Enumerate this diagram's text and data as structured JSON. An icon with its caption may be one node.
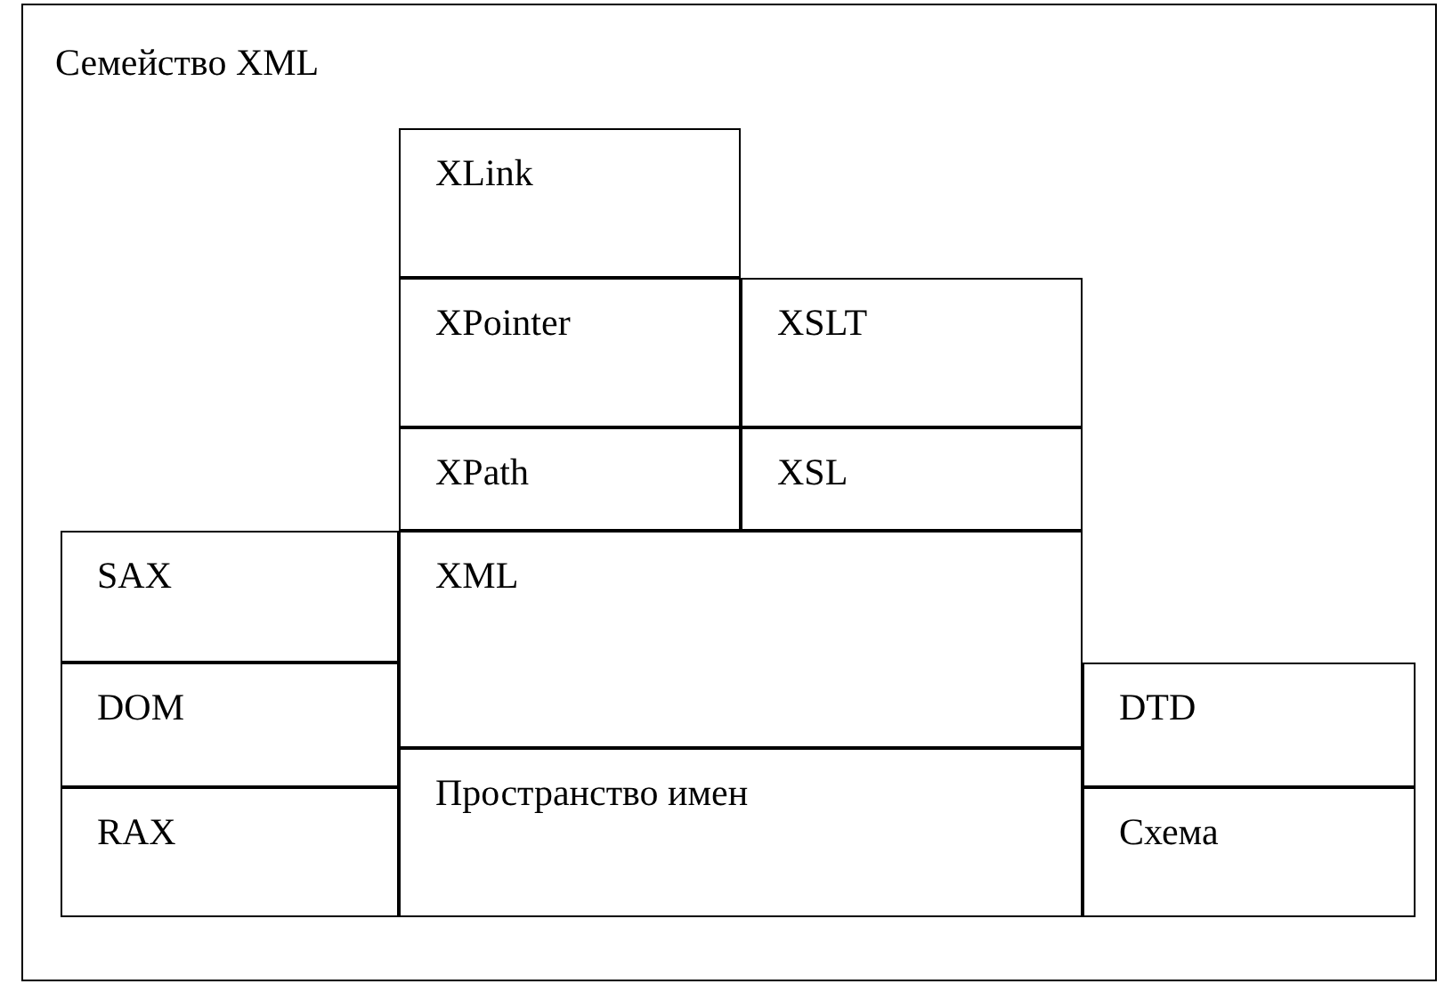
{
  "diagram": {
    "nodes": [
      {
        "text": [
          "Семейство XML"
        ]
      },
      {
        "text": [
          "XLink"
        ],
        "in": 0
      },
      {
        "text": [
          "XPointer"
        ],
        "in": 0
      },
      {
        "text": [
          "XSLT"
        ],
        "in": 0
      },
      {
        "text": [
          "XPath"
        ],
        "in": 0
      },
      {
        "text": [
          "XSL"
        ],
        "in": 0
      },
      {
        "text": [
          "SAX"
        ],
        "in": 0
      },
      {
        "text": [
          "XML"
        ],
        "in": 0
      },
      {
        "text": [
          "DOM"
        ],
        "in": 0
      },
      {
        "text": [
          "DTD"
        ],
        "in": 0
      },
      {
        "text": [
          "Пространство имен"
        ],
        "in": 0
      },
      {
        "text": [
          "RAX"
        ],
        "in": 0
      },
      {
        "text": [
          "Схема"
        ],
        "in": 0
      }
    ]
  }
}
